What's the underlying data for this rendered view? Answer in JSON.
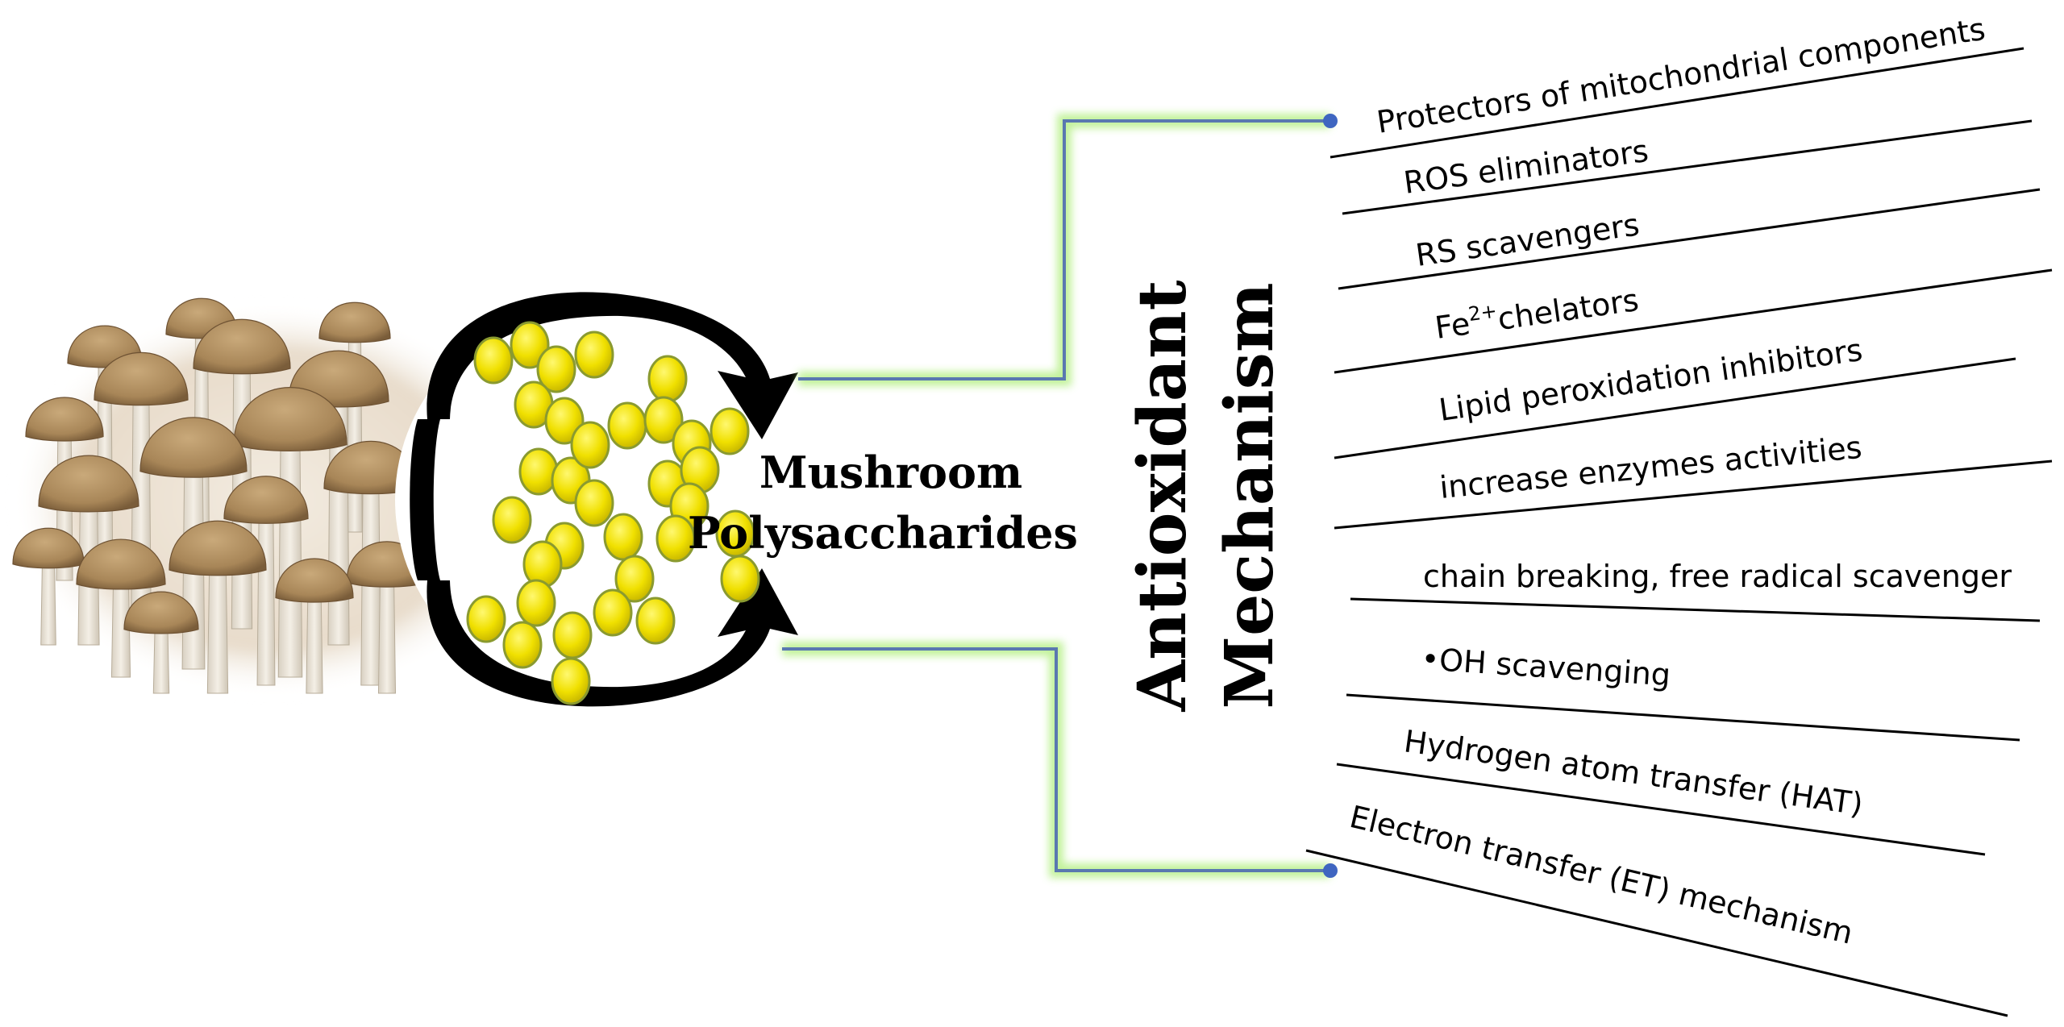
{
  "center_label": {
    "line1": "Mushroom",
    "line2": "Polysaccharides"
  },
  "axis_label": {
    "line1": "Antioxidant",
    "line2": "Mechanism"
  },
  "mechanisms": [
    {
      "text": "Protectors of mitochondrial components"
    },
    {
      "text": "ROS eliminators"
    },
    {
      "text": "RS scavengers"
    },
    {
      "prefix": "Fe",
      "superscript": "2+",
      "text": "chelators"
    },
    {
      "text": "Lipid peroxidation inhibitors"
    },
    {
      "text": "increase enzymes activities"
    },
    {
      "text": "chain breaking, free radical scavenger"
    },
    {
      "prefix": "•",
      "text": "OH scavenging"
    },
    {
      "text": "Hydrogen atom transfer (HAT)"
    },
    {
      "text": "Electron transfer (ET) mechanism"
    }
  ],
  "colors": {
    "connector_line": "#5a78b0",
    "connector_glow": "#b8f08a",
    "bead_fill": "#f0e000",
    "bead_stroke": "#8a9a30",
    "arrow": "#000000",
    "divider": "#000000",
    "endpoint_dot": "#3f66c0"
  }
}
